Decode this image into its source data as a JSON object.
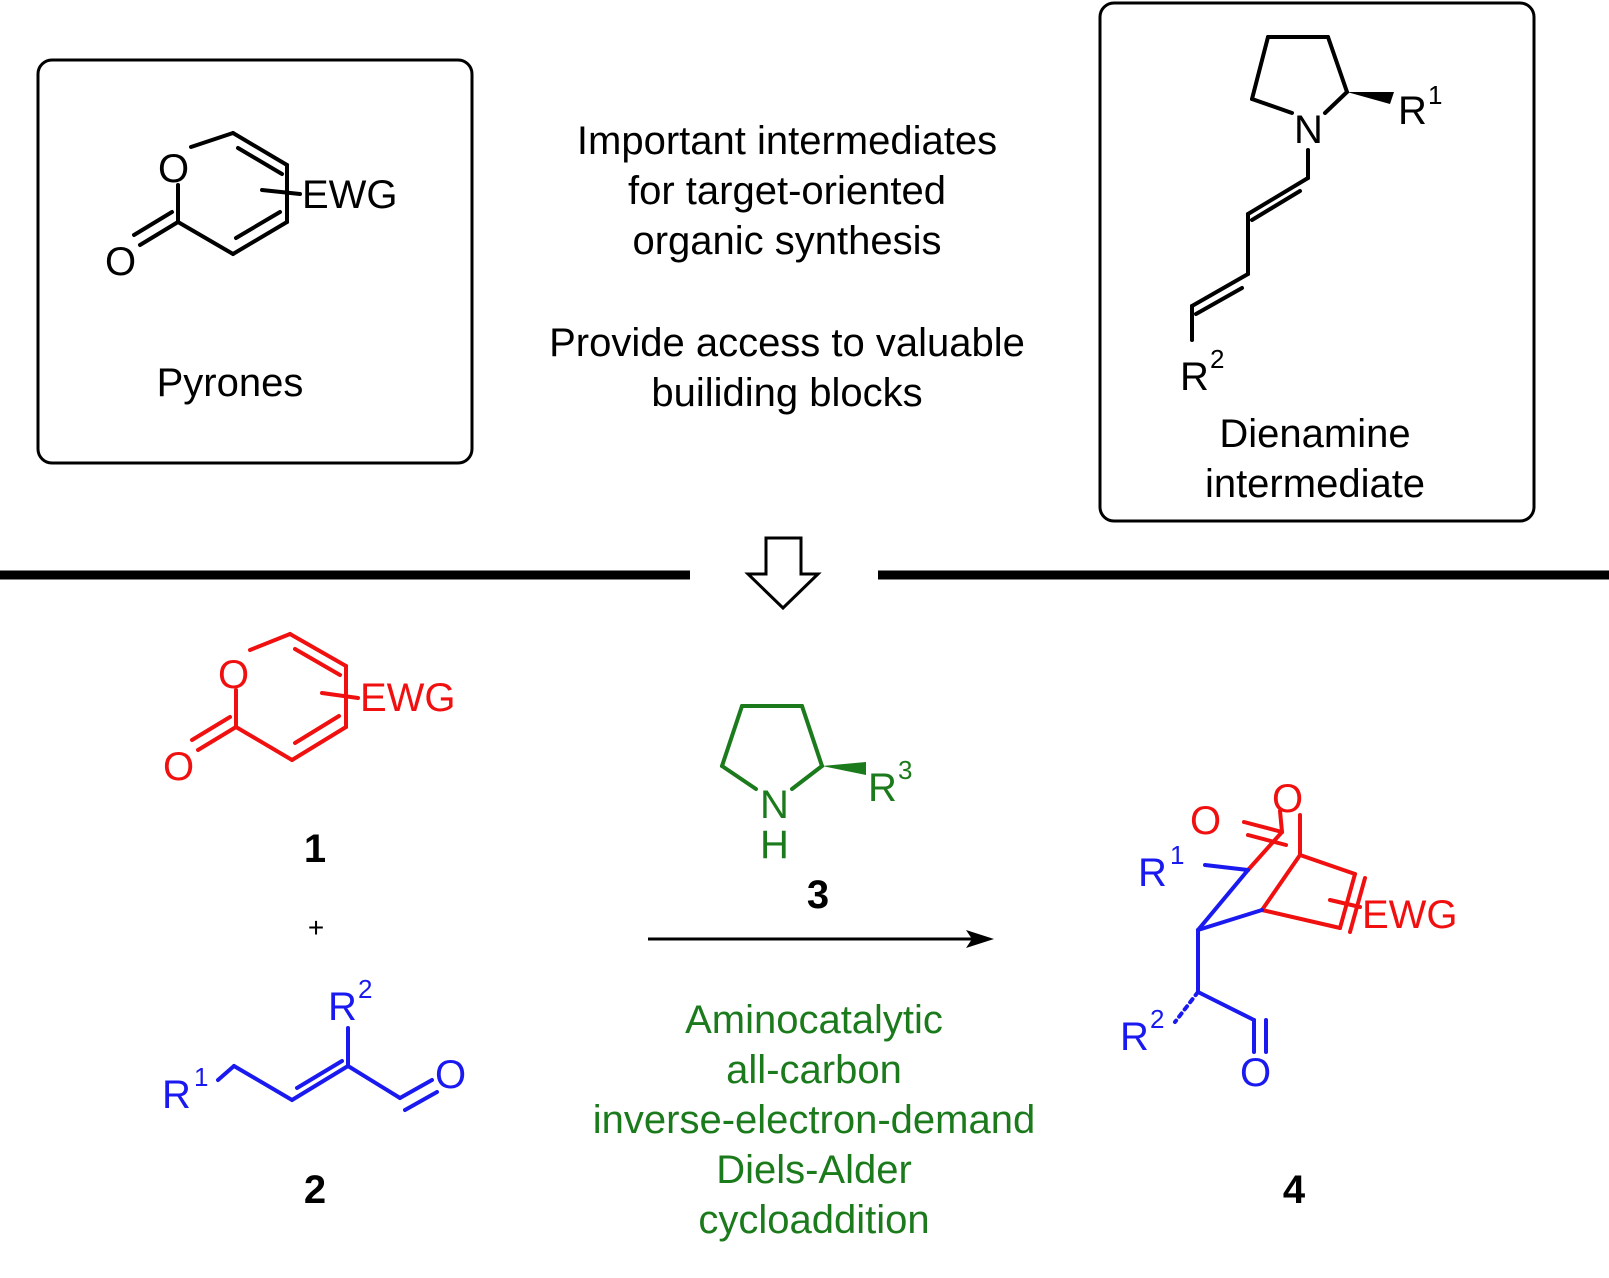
{
  "top": {
    "pyrones_box": {
      "atoms": {
        "ring_o": "O",
        "carbonyl_o": "O",
        "ewg": "EWG"
      },
      "caption": "Pyrones"
    },
    "center_text": {
      "line1": "Important intermediates",
      "line2": "for target-oriented",
      "line3": "organic synthesis",
      "line4": "Provide access to valuable",
      "line5": "builiding blocks"
    },
    "dienamine_box": {
      "atoms": {
        "n": "N",
        "r": "R",
        "r1_sup": "1",
        "r2": "R",
        "r2_sup": "2"
      },
      "caption_line1": "Dienamine",
      "caption_line2": "intermediate"
    }
  },
  "bottom": {
    "compound1": {
      "ring_o": "O",
      "carbonyl_o": "O",
      "ewg": "EWG",
      "number": "1"
    },
    "plus": "+",
    "compound2": {
      "r": "R",
      "r2_sup": "2",
      "r1_sup": "1",
      "o": "O",
      "number": "2"
    },
    "compound3": {
      "n": "N",
      "h": "H",
      "r": "R",
      "r3_sup": "3",
      "number": "3"
    },
    "conditions": {
      "line1": "Aminocatalytic",
      "line2": "all-carbon",
      "line3": "inverse-electron-demand",
      "line4": "Diels-Alder",
      "line5": "cycloaddition"
    },
    "compound4": {
      "o_carbonyl": "O",
      "o_bridge": "O",
      "r": "R",
      "r1_sup": "1",
      "ewg": "EWG",
      "r2_sup": "2",
      "o_aldehyde": "O",
      "number": "4"
    }
  },
  "colors": {
    "pyrone": "#f01010",
    "enal": "#1a1af0",
    "catalyst": "#1b7a1b",
    "text": "#000000"
  }
}
